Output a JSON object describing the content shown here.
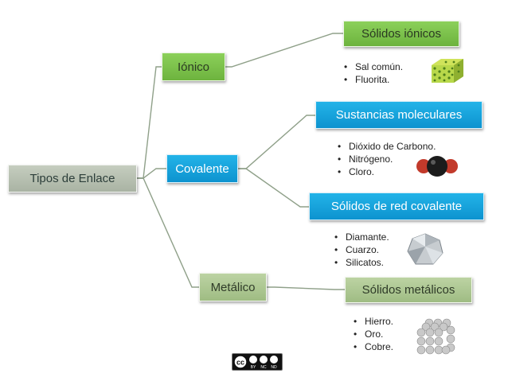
{
  "diagram": {
    "root": {
      "label": "Tipos de Enlace"
    },
    "bonds": [
      {
        "id": "ionico",
        "label": "Iónico"
      },
      {
        "id": "covalente",
        "label": "Covalente"
      },
      {
        "id": "metalico",
        "label": "Metálico"
      }
    ],
    "solids": [
      {
        "id": "ionicos",
        "label": "Sólidos iónicos",
        "examples": [
          "Sal común.",
          "Fluorita."
        ],
        "icon": "ionic-crystal-icon"
      },
      {
        "id": "moleculares",
        "label": "Sustancias moleculares",
        "examples": [
          "Dióxido de Carbono.",
          "Nitrógeno.",
          "Cloro."
        ],
        "icon": "co2-molecule-icon"
      },
      {
        "id": "red",
        "label": "Sólidos de red covalente",
        "examples": [
          "Diamante.",
          "Cuarzo.",
          "Silicatos."
        ],
        "icon": "diamond-icon"
      },
      {
        "id": "metalicos",
        "label": "Sólidos metálicos",
        "examples": [
          "Hierro.",
          "Oro.",
          "Cobre."
        ],
        "icon": "metal-lattice-icon"
      }
    ]
  },
  "license": {
    "icon": "creative-commons-by-nc-nd-icon",
    "text": [
      "cc",
      "BY",
      "NC",
      "ND"
    ]
  },
  "colors": {
    "root": "#b5bfaf",
    "ionico": "#7cc34a",
    "covalente": "#16a6e0",
    "metalico": "#aec795",
    "solidos_ionicos": "#7cc34a",
    "sustancias_moleculares": "#16a6e0",
    "red_covalente": "#16a6e0",
    "solidos_metalicos": "#aec795",
    "connector": "#8fa089"
  }
}
